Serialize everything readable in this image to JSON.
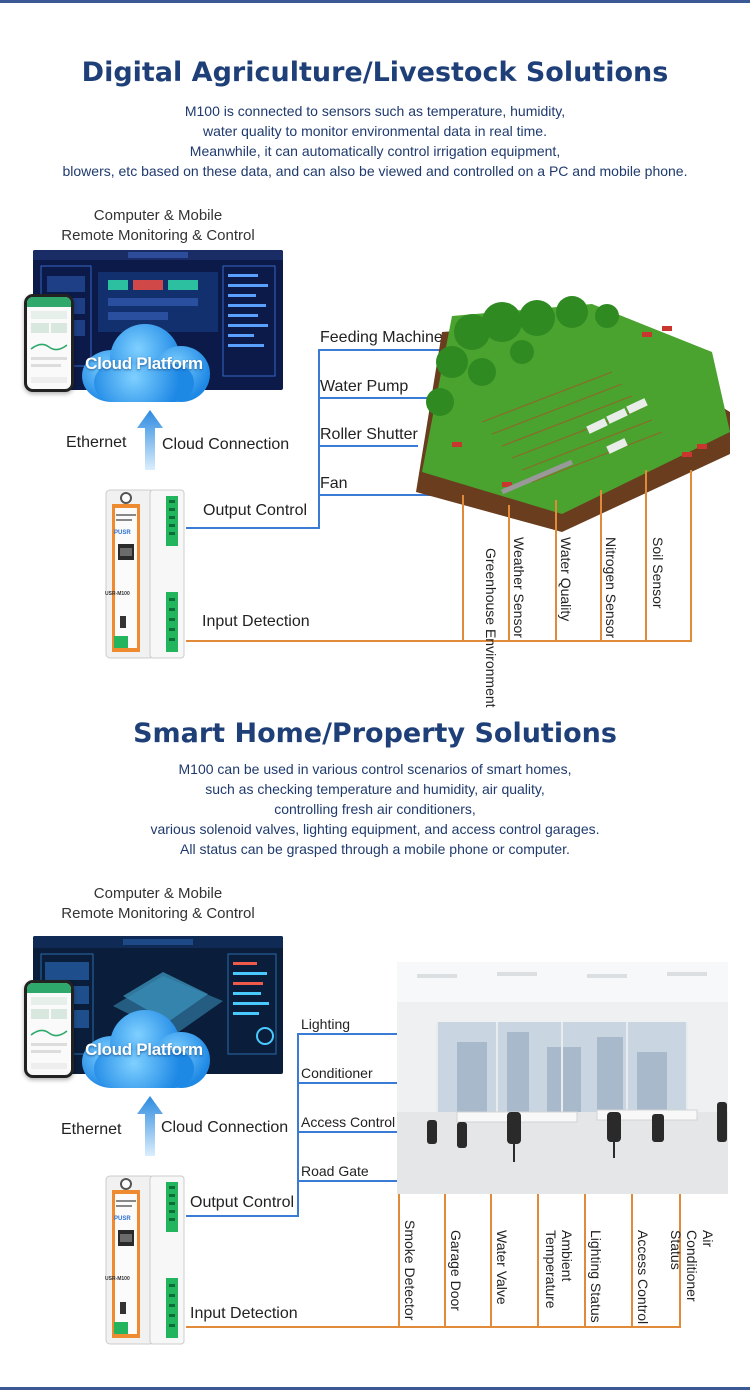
{
  "colors": {
    "title": "#1e3f78",
    "accent_orange": "#e08a3a",
    "accent_blue": "#3a7bd5",
    "cloud": "#1e88e5"
  },
  "agri": {
    "title": "Digital Agriculture/Livestock Solutions",
    "desc": [
      "M100 is connected to sensors such as temperature, humidity,",
      "water quality to monitor environmental data in real time.",
      "Meanwhile, it can automatically control irrigation equipment,",
      "blowers, etc based on these data, and can also be viewed and controlled on a PC and mobile phone."
    ],
    "remote": [
      "Computer & Mobile",
      "Remote Monitoring & Control"
    ],
    "cloud": "Cloud Platform",
    "ethernet": "Ethernet",
    "cloud_connection": "Cloud Connection",
    "output_control": "Output Control",
    "input_detection": "Input Detection",
    "outputs": [
      "Feeding Machine",
      "Water Pump",
      "Roller Shutter",
      "Fan"
    ],
    "inputs": [
      "Greenhouse Environment",
      "Weather Sensor",
      "Water Quality",
      "Nitrogen Sensor",
      "Soil Sensor"
    ],
    "device_label": "USR-M100",
    "brand": "PUSR"
  },
  "home": {
    "title": "Smart Home/Property Solutions",
    "desc": [
      "M100 can be used in various control scenarios of smart homes,",
      "such as checking temperature and humidity, air quality,",
      "controlling fresh air conditioners,",
      "various solenoid valves, lighting equipment, and access control garages.",
      "All status can be grasped through a mobile phone or computer."
    ],
    "remote": [
      "Computer & Mobile",
      "Remote Monitoring & Control"
    ],
    "cloud": "Cloud Platform",
    "ethernet": "Ethernet",
    "cloud_connection": "Cloud Connection",
    "output_control": "Output Control",
    "input_detection": "Input Detection",
    "outputs": [
      "Lighting",
      "Conditioner",
      "Access Control",
      "Road Gate"
    ],
    "inputs": [
      "Smoke Detector",
      "Garage Door",
      "Water Valve",
      "Ambient Temperature",
      "Lighting Status",
      "Access Control",
      "Air Conditioner Status"
    ],
    "device_label": "USR-M100",
    "brand": "PUSR"
  }
}
